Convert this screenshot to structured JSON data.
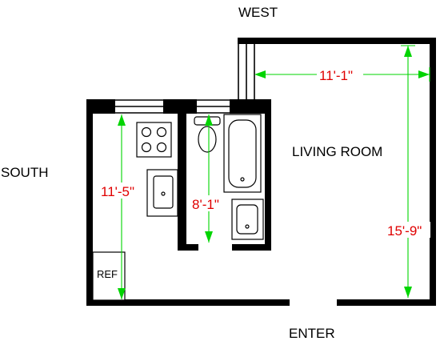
{
  "compass": {
    "west": "WEST",
    "south": "SOUTH",
    "enter": "ENTER"
  },
  "rooms": {
    "living_room": "LIVING ROOM",
    "refrigerator": "REF"
  },
  "dimensions": {
    "living_width": "11'-1\"",
    "living_depth": "15'-9\"",
    "kitchen_depth": "11'-5\"",
    "bath_depth": "8'-1\""
  },
  "colors": {
    "walls": "#000000",
    "dimension_lines": "#00d400",
    "dimension_text": "#e00000"
  }
}
